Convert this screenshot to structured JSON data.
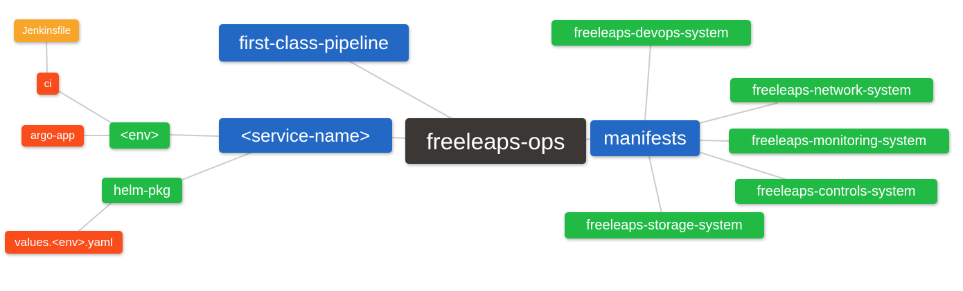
{
  "diagram": {
    "title": "freeleaps-ops repository structure mind map",
    "background_color": "#ffffff",
    "edge_color": "#cccccc",
    "colors": {
      "root_dark": "#3b3735",
      "branch_blue": "#2268c4",
      "leaf_green": "#21ba45",
      "leaf_red": "#f94d1c",
      "leaf_orange": "#f7a62b",
      "text": "#ffffff"
    },
    "nodes": [
      {
        "id": "jenkinsfile",
        "label": "Jenkinsfile",
        "color": "#f7a62b"
      },
      {
        "id": "ci",
        "label": "ci",
        "color": "#f94d1c"
      },
      {
        "id": "argo-app",
        "label": "argo-app",
        "color": "#f94d1c"
      },
      {
        "id": "env",
        "label": "<env>",
        "color": "#21ba45"
      },
      {
        "id": "helm-pkg",
        "label": "helm-pkg",
        "color": "#21ba45"
      },
      {
        "id": "values-env-yaml",
        "label": "values.<env>.yaml",
        "color": "#f94d1c"
      },
      {
        "id": "first-class-pipeline",
        "label": "first-class-pipeline",
        "color": "#2268c4"
      },
      {
        "id": "service-name",
        "label": "<service-name>",
        "color": "#2268c4"
      },
      {
        "id": "freeleaps-ops",
        "label": "freeleaps-ops",
        "color": "#3b3735"
      },
      {
        "id": "manifests",
        "label": "manifests",
        "color": "#2268c4"
      },
      {
        "id": "freeleaps-devops-system",
        "label": "freeleaps-devops-system",
        "color": "#21ba45"
      },
      {
        "id": "freeleaps-network-system",
        "label": "freeleaps-network-system",
        "color": "#21ba45"
      },
      {
        "id": "freeleaps-monitoring-system",
        "label": "freeleaps-monitoring-system",
        "color": "#21ba45"
      },
      {
        "id": "freeleaps-controls-system",
        "label": "freeleaps-controls-system",
        "color": "#21ba45"
      },
      {
        "id": "freeleaps-storage-system",
        "label": "freeleaps-storage-system",
        "color": "#21ba45"
      }
    ],
    "edges": [
      {
        "from": "jenkinsfile",
        "to": "ci",
        "points": [
          67,
          61,
          68,
          105
        ]
      },
      {
        "from": "ci",
        "to": "env",
        "points": [
          85,
          132,
          168,
          182
        ]
      },
      {
        "from": "argo-app",
        "to": "env",
        "points": [
          121,
          196,
          158,
          196
        ]
      },
      {
        "from": "env",
        "to": "service-name",
        "points": [
          245,
          195,
          316,
          197
        ]
      },
      {
        "from": "service-name",
        "to": "helm-pkg",
        "points": [
          362,
          221,
          263,
          260
        ]
      },
      {
        "from": "helm-pkg",
        "to": "values-env-yaml",
        "points": [
          160,
          294,
          114,
          334
        ]
      },
      {
        "from": "first-class-pipeline",
        "to": "freeleaps-ops",
        "points": [
          505,
          89,
          653,
          172
        ]
      },
      {
        "from": "service-name",
        "to": "freeleaps-ops",
        "points": [
          566,
          199,
          585,
          200
        ]
      },
      {
        "from": "freeleaps-ops",
        "to": "manifests",
        "points": [
          846,
          202,
          852,
          201
        ]
      },
      {
        "from": "manifests",
        "to": "freeleaps-devops-system",
        "points": [
          939,
          66,
          931,
          174
        ]
      },
      {
        "from": "manifests",
        "to": "freeleaps-network-system",
        "points": [
          1010,
          178,
          1122,
          149
        ]
      },
      {
        "from": "manifests",
        "to": "freeleaps-monitoring-system",
        "points": [
          1010,
          203,
          1052,
          204
        ]
      },
      {
        "from": "manifests",
        "to": "freeleaps-controls-system",
        "points": [
          1012,
          221,
          1136,
          260
        ]
      },
      {
        "from": "manifests",
        "to": "freeleaps-storage-system",
        "points": [
          937,
          227,
          955,
          308
        ]
      }
    ]
  }
}
